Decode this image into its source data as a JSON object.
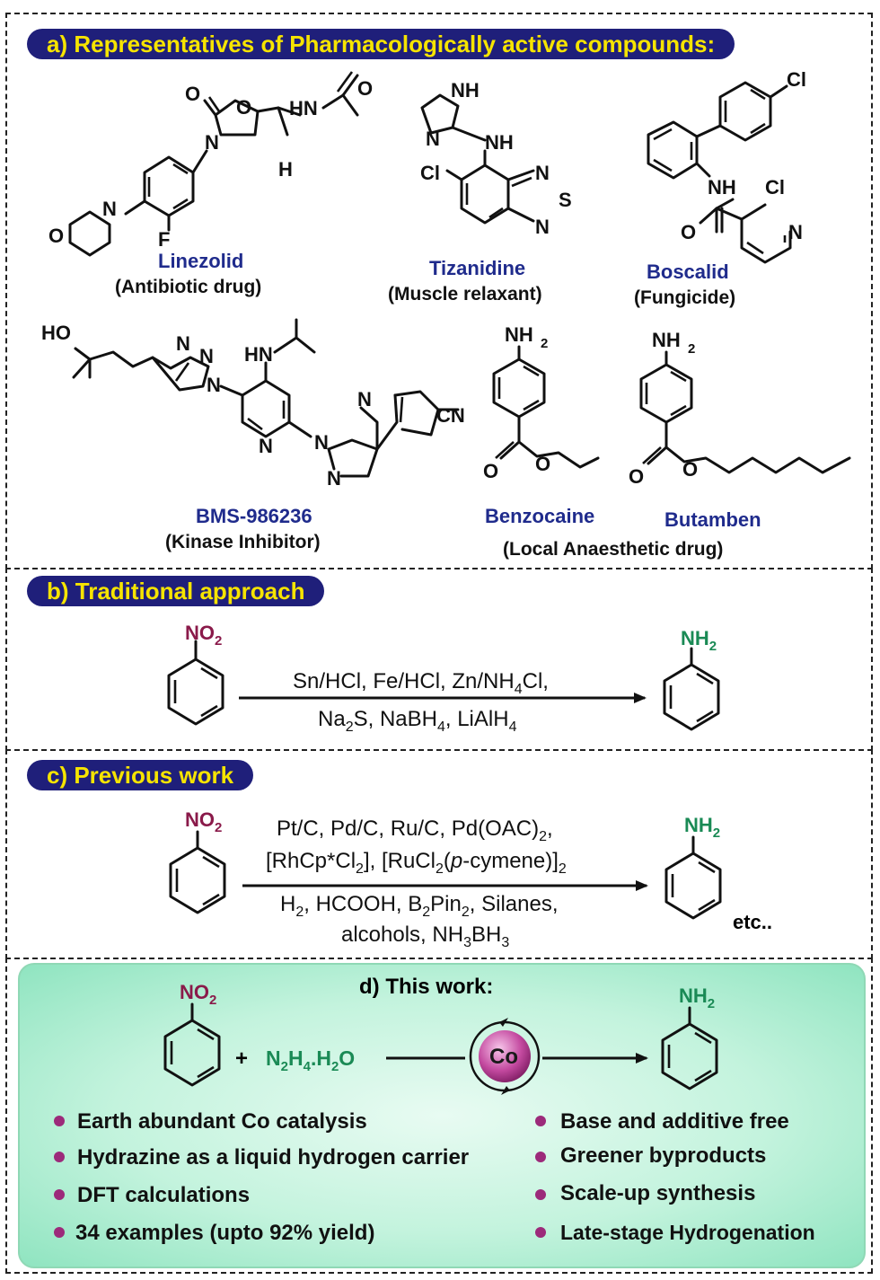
{
  "panel_a": {
    "title": "a) Representatives of Pharmacologically active compounds:",
    "compounds": [
      {
        "name": "Linezolid",
        "class": "(Antibiotic drug)"
      },
      {
        "name": "Tizanidine",
        "class": "(Muscle relaxant)"
      },
      {
        "name": "Boscalid",
        "class": "(Fungicide)"
      },
      {
        "name": "BMS-986236",
        "class": "(Kinase Inhibitor)"
      },
      {
        "name": "Benzocaine",
        "class": ""
      },
      {
        "name": "Butamben",
        "class": ""
      }
    ],
    "shared_class": "(Local Anaesthetic drug)",
    "atoms": {
      "linezolid": [
        "O",
        "O",
        "N",
        "HN",
        "O",
        "O",
        "N",
        "F",
        "H"
      ],
      "tizanidine": [
        "NH",
        "N",
        "NH",
        "Cl",
        "N",
        "S",
        "N"
      ],
      "boscalid": [
        "Cl",
        "NH",
        "Cl",
        "O",
        "N"
      ],
      "bms": [
        "HO",
        "N",
        "N",
        "N",
        "HN",
        "N",
        "N",
        "N",
        "N",
        "CN"
      ],
      "benzocaine": [
        "NH",
        "2",
        "O",
        "O"
      ],
      "butamben": [
        "NH",
        "2",
        "O",
        "O"
      ]
    }
  },
  "panel_b": {
    "title": "b) Traditional approach",
    "reactant": {
      "main": "NO",
      "sub": "2"
    },
    "product": {
      "main": "NH",
      "sub": "2"
    },
    "conditions_line1": [
      "Sn/HCl, Fe/HCl, Zn/NH",
      "4",
      "Cl,"
    ],
    "conditions_line2": [
      "Na",
      "2",
      "S, NaBH",
      "4",
      ", LiAlH",
      "4"
    ]
  },
  "panel_c": {
    "title": "c) Previous work",
    "reactant": {
      "main": "NO",
      "sub": "2"
    },
    "product": {
      "main": "NH",
      "sub": "2"
    },
    "line1": [
      "Pt/C, Pd/C, Ru/C, Pd(OAC)",
      "2",
      ","
    ],
    "line2": [
      "[RhCp*Cl",
      "2",
      "], [RuCl",
      "2",
      "(",
      "p",
      "-cymene)]",
      "2"
    ],
    "line3": [
      "H",
      "2",
      ", HCOOH, B",
      "2",
      "Pin",
      "2",
      ", Silanes,"
    ],
    "line4": [
      "alcohols, NH",
      "3",
      "BH",
      "3"
    ],
    "etc": "etc.."
  },
  "panel_d": {
    "title": "d) This work:",
    "reactant": {
      "main": "NO",
      "sub": "2"
    },
    "plus": "+",
    "reagent": [
      "N",
      "2",
      "H",
      "4",
      ".H",
      "2",
      "O"
    ],
    "catalyst": "Co",
    "product": {
      "main": "NH",
      "sub": "2"
    },
    "bullets_left": [
      "Earth abundant Co catalysis",
      "Hydrazine as a liquid hydrogen carrier",
      "DFT calculations",
      "34 examples (upto 92% yield)"
    ],
    "bullets_right": [
      "Base and additive free",
      "Greener byproducts",
      "Scale-up synthesis",
      "Late-stage Hydrogenation"
    ]
  },
  "colors": {
    "pill_bg": "#1f1f7a",
    "pill_text": "#f6e400",
    "name_blue": "#1f2b8c",
    "nitro": "#8a1a4a",
    "amine_green": "#1a8a55",
    "bullet": "#9c2a7a",
    "green_panel": "#b4f2d6"
  }
}
